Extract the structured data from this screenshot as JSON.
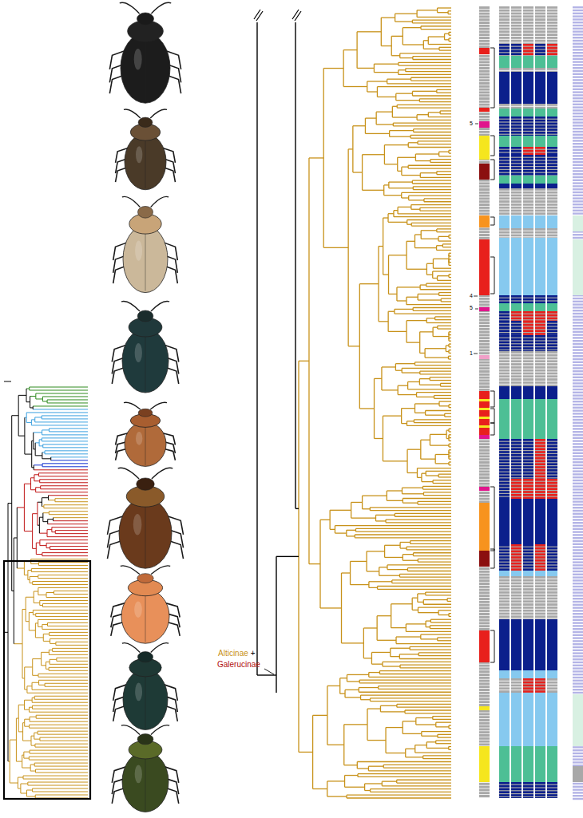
{
  "diagram": {
    "labels": [
      "Alticinae",
      "+",
      "Galerucinae",
      "5",
      "4",
      "5",
      "1"
    ]
  }
}
